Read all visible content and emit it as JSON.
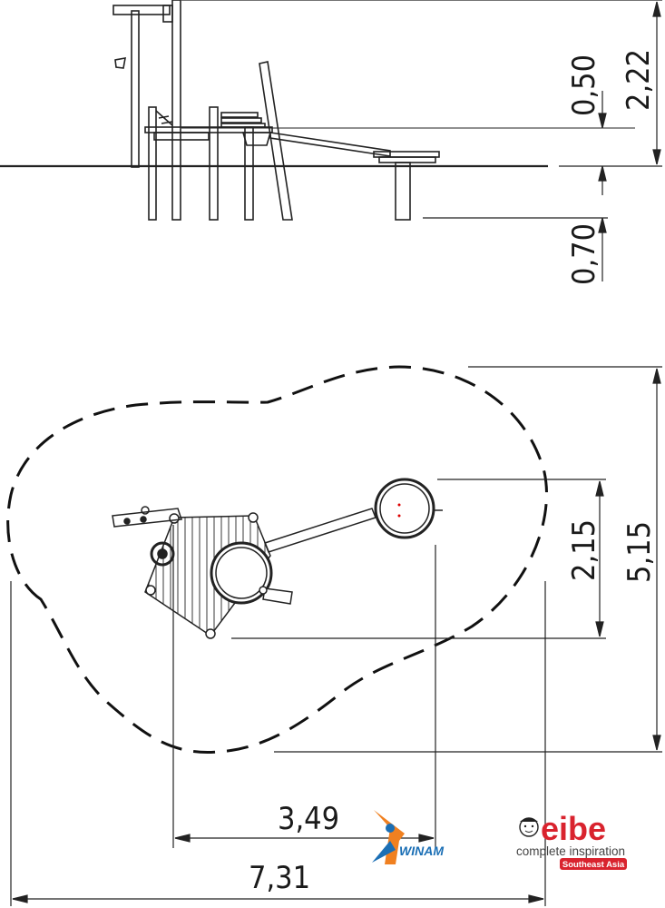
{
  "dimensions": {
    "height_total": "2,22",
    "platform_height": "0,50",
    "foundation_depth": "0,70",
    "plan_depth": "2,15",
    "safety_depth": "5,15",
    "plan_width": "3,49",
    "safety_width": "7,31"
  },
  "logos": {
    "winam": {
      "text": "WINAM",
      "color": "#1b6fb5",
      "accent": "#f08020"
    },
    "eibe": {
      "name": "eibe",
      "tagline": "complete inspiration",
      "region": "Southeast Asia",
      "color": "#d9232e"
    }
  }
}
